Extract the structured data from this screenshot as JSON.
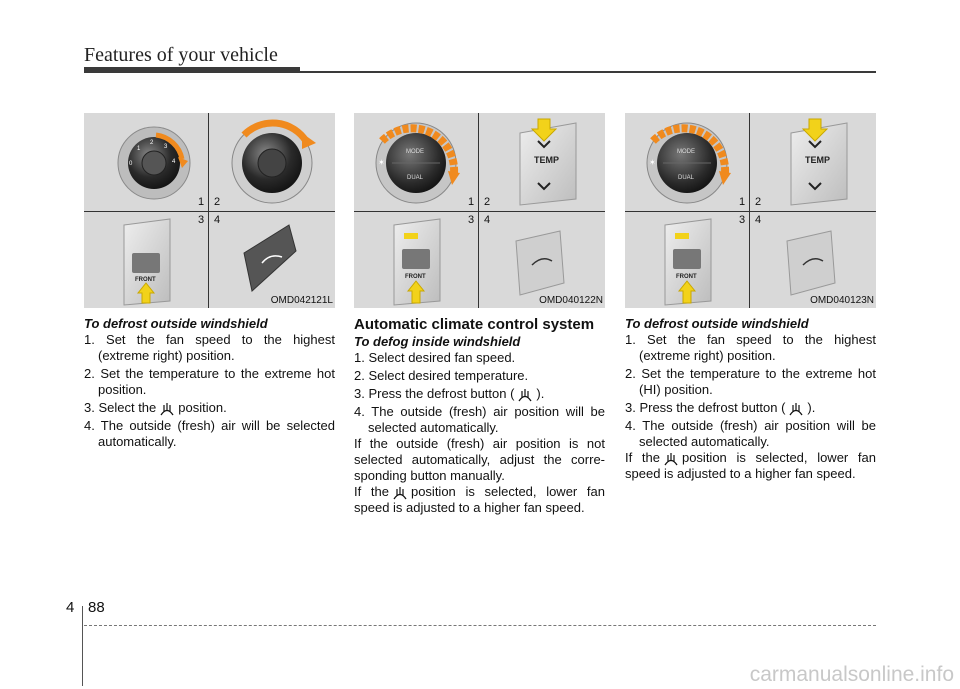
{
  "header": {
    "title": "Features of your vehicle"
  },
  "figures": [
    {
      "quadrants": [
        "1",
        "2",
        "3",
        "4"
      ],
      "code": "OMD042121L",
      "knob_labels": [],
      "button_label": "FRONT"
    },
    {
      "quadrants": [
        "1",
        "2",
        "3",
        "4"
      ],
      "code": "OMD040122N",
      "knob_labels": [
        "MODE",
        "DUAL"
      ],
      "temp_label": "TEMP",
      "button_label": "FRONT"
    },
    {
      "quadrants": [
        "1",
        "2",
        "3",
        "4"
      ],
      "code": "OMD040123N",
      "knob_labels": [
        "MODE",
        "DUAL"
      ],
      "temp_label": "TEMP",
      "button_label": "FRONT"
    }
  ],
  "col1": {
    "subhead": "To defrost outside windshield",
    "items": [
      "1. Set the fan speed to the highest (extreme right) position.",
      "2. Set the temperature to the extreme hot position.",
      "4. The outside (fresh) air will be selected automatically."
    ],
    "item3_pre": "3. Select the",
    "item3_post": "position."
  },
  "col2": {
    "section_title": "Automatic climate control system",
    "subhead": "To defog inside windshield",
    "items": [
      "1. Select desired fan speed.",
      "2. Select desired temperature.",
      "4. The outside (fresh) air position will be selected automatically."
    ],
    "item3_pre": "3. Press the defrost button (",
    "item3_post": ").",
    "para1": "If the outside (fresh) air position is not selected automatically, adjust the corre-sponding button manually.",
    "para2_pre": "If the",
    "para2_post": "position is selected, lower fan speed is adjusted to a higher fan speed."
  },
  "col3": {
    "subhead": "To defrost outside windshield",
    "items": [
      "1. Set the fan speed to the highest (extreme right) position.",
      "2. Set the temperature to the extreme hot (HI) position.",
      "4. The outside (fresh) air position will be selected automatically."
    ],
    "item3_pre": "3. Press the defrost button (",
    "item3_post": ").",
    "para_pre": "If the",
    "para_post": "position is selected, lower fan speed is adjusted to a higher fan speed."
  },
  "footer": {
    "chapter": "4",
    "page": "88",
    "watermark": "carmanualsonline.info"
  },
  "colors": {
    "rule": "#3a3a3a",
    "figure_bg": "#d9d9d9",
    "arrow_yellow": "#f2d21a",
    "arrow_orange": "#f08a1e"
  }
}
